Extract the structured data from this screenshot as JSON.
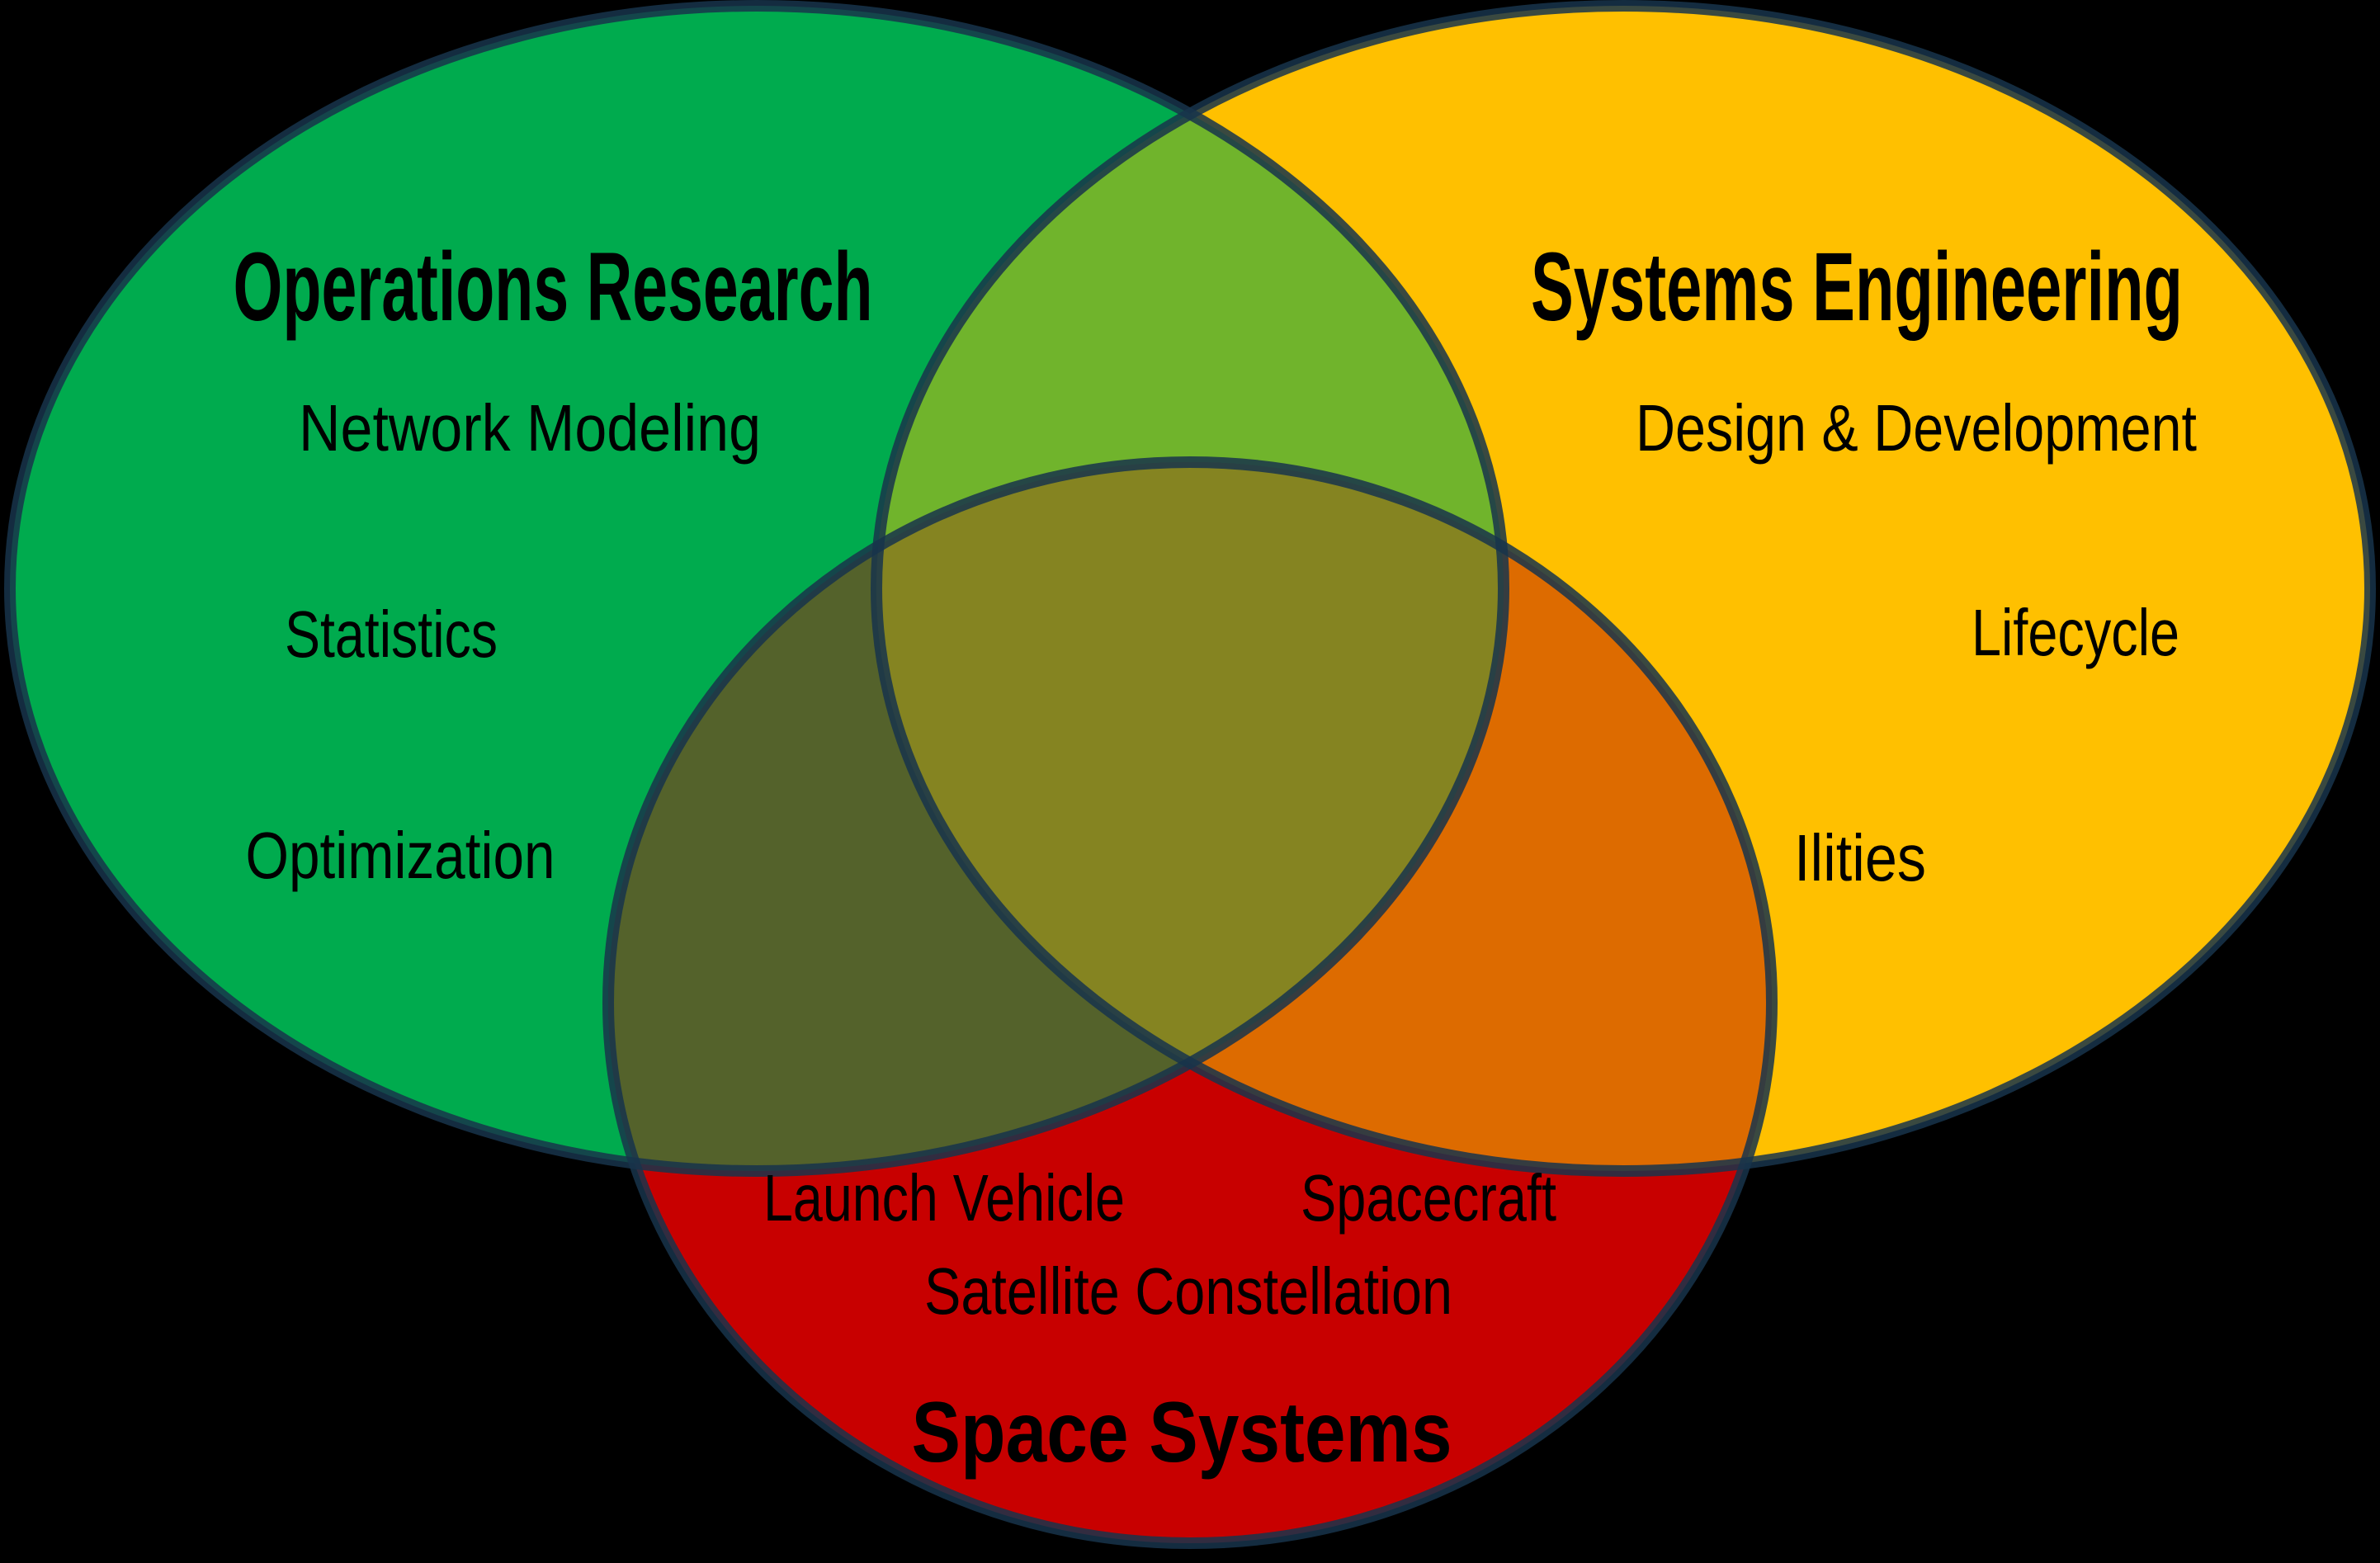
{
  "diagram": {
    "background_color": "#000000",
    "stroke_color": "rgba(23,52,75,0.85)",
    "sets": [
      {
        "title": "Operations Research",
        "color": "#00AB4E",
        "items": [
          "Network Modeling",
          "Statistics",
          "Optimization"
        ]
      },
      {
        "title": "Systems Engineering",
        "color": "#FFC000",
        "items": [
          "Design & Development",
          "Lifecycle",
          "Ilities"
        ]
      },
      {
        "title": "Space Systems",
        "color": "#C80000",
        "items": [
          "Launch Vehicle",
          "Spacecraft",
          "Satellite Constellation"
        ]
      }
    ],
    "overlap_colors": {
      "operations_systems": "#70B42C",
      "operations_space": "#54622B",
      "systems_space": "#DD6B00",
      "center": "#858421"
    }
  }
}
